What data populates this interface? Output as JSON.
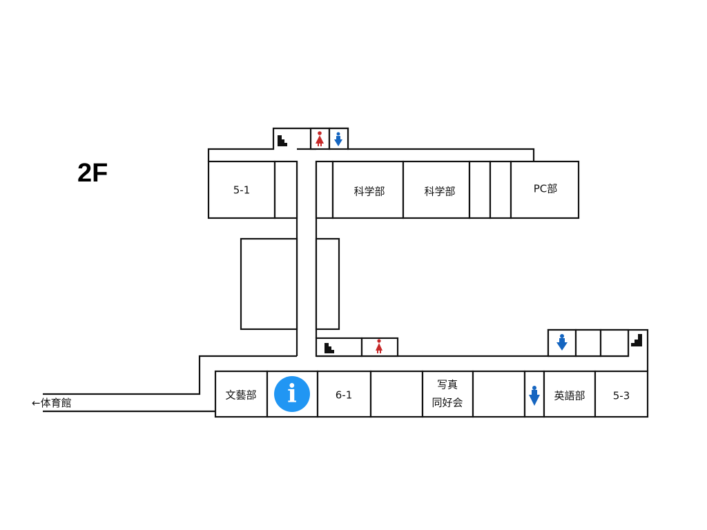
{
  "floor": {
    "title": "2F"
  },
  "gym_link": {
    "label": "←体育館"
  },
  "rooms": {
    "r_5_1": "5-1",
    "kagaku_1": "科学部",
    "kagaku_2": "科学部",
    "pc": "PC部",
    "bungei": "文藝部",
    "r_6_1": "6-1",
    "shashin_l1": "写真",
    "shashin_l2": "同好会",
    "eigo": "英語部",
    "r_5_3": "5-3"
  },
  "icons": {
    "info": "i",
    "restroom_female_color": "#c62828",
    "restroom_male_color": "#1565c0",
    "info_color": "#2196f3"
  }
}
